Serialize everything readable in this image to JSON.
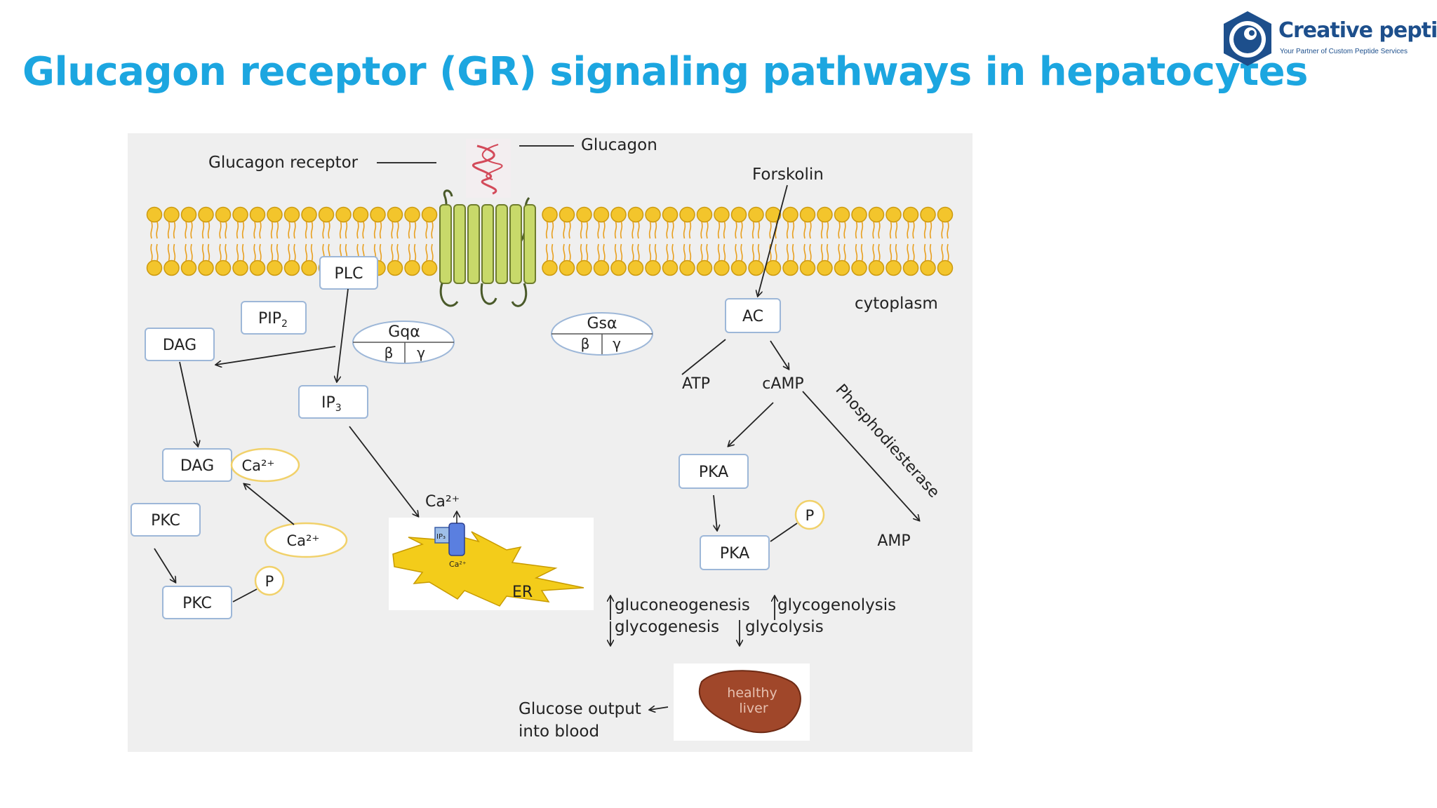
{
  "title": "Glucagon receptor (GR) signaling pathways in hepatocytes",
  "logo": {
    "brand": "Creative peptides",
    "tagline": "Your Partner of Custom Peptide Services"
  },
  "colors": {
    "title": "#1ca6e0",
    "brand": "#1d4f8c",
    "membrane_head": "#f3c52c",
    "receptor": "#c8d96a",
    "panel": "#efefef",
    "box_border": "#9db7d8",
    "p_circle_border": "#f1d16a"
  },
  "diagram": {
    "glucagon": "Glucagon",
    "glucagon_receptor": "Glucagon receptor",
    "forskolin": "Forskolin",
    "cytoplasm": "cytoplasm",
    "plc": "PLC",
    "pip2": "PIP",
    "pip2_sub": "2",
    "dag": "DAG",
    "dag2": "DAG",
    "ca_dag": "Ca²⁺",
    "ca_free": "Ca²⁺",
    "ip3": "IP",
    "ip3_sub": "3",
    "pkc": "PKC",
    "pkc2": "PKC",
    "p_pkc": "P",
    "gq_alpha": "Gqα",
    "gq_beta": "β",
    "gq_gamma": "γ",
    "gs_alpha": "Gsα",
    "gs_beta": "β",
    "gs_gamma": "γ",
    "ac": "AC",
    "atp": "ATP",
    "camp": "cAMP",
    "phosphodiesterase": "Phosphodiesterase",
    "amp": "AMP",
    "pka": "PKA",
    "pka2": "PKA",
    "p_pka": "P",
    "ca_er": "Ca²⁺",
    "er": "ER",
    "er_ip3": "IP₃",
    "er_ca": "Ca²⁺",
    "gluconeogenesis": "gluconeogenesis",
    "glycogenolysis": "glycogenolysis",
    "glycogenesis": "glycogenesis",
    "glycolysis": "glycolysis",
    "glucose_line1": "Glucose output",
    "glucose_line2": "into blood",
    "liver_line1": "healthy",
    "liver_line2": "liver"
  }
}
